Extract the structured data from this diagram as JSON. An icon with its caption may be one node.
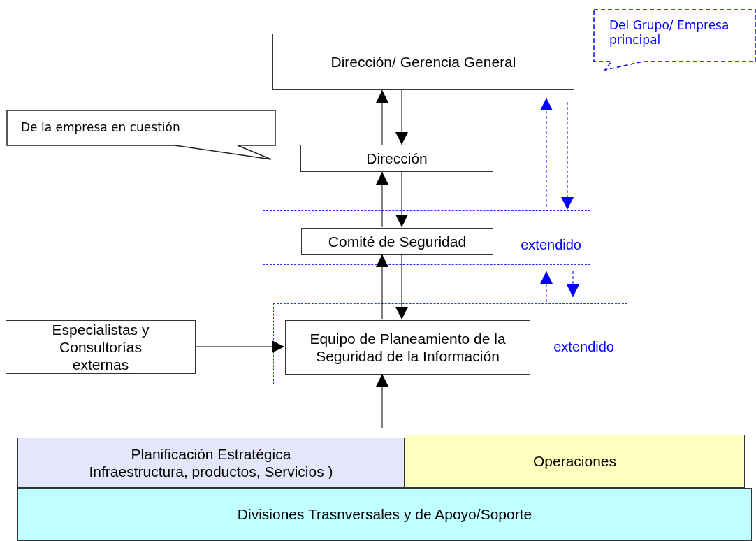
{
  "diagram": {
    "nodes": [
      {
        "text": [
          "Dirección/  Gerencia General"
        ]
      },
      {
        "text": [
          "Del Grupo/ Empresa principal"
        ]
      },
      {
        "text": [
          "De la empresa en cuestión"
        ]
      },
      {
        "text": [
          "Dirección"
        ]
      },
      {
        "text": [
          "extendido"
        ]
      },
      {
        "text": [
          "Comité de Seguridad"
        ],
        "in": 4
      },
      {
        "text": [
          "extendido"
        ]
      },
      {
        "text": [
          "Equipo de Planeamiento de la Seguridad de la Información"
        ],
        "in": 6
      },
      {
        "text": [
          "Especialistas y Consultorías externas"
        ]
      },
      {
        "text": [
          "Planificación Estratégica",
          "Infraestructura, productos, Servicios )"
        ]
      },
      {
        "text": [
          "Operaciones"
        ]
      },
      {
        "text": [
          "Divisiones Trasnversales y de Apoyo/Soporte"
        ]
      }
    ],
    "edges": [
      {
        "from": 3,
        "to": 0,
        "arrow": "to"
      },
      {
        "from": 0,
        "to": 3,
        "arrow": "to"
      },
      {
        "from": 5,
        "to": 3,
        "arrow": "to"
      },
      {
        "from": 3,
        "to": 5,
        "arrow": "to"
      },
      {
        "from": 7,
        "to": 5,
        "arrow": "to"
      },
      {
        "from": 5,
        "to": 7,
        "arrow": "to"
      },
      {
        "from": 8,
        "to": 7,
        "arrow": "to"
      },
      {
        "from": null,
        "to": 7,
        "arrow": "to"
      },
      {
        "from": 4,
        "to": 0,
        "arrow": "to",
        "style": "dashed",
        "color": "#0000ff"
      },
      {
        "from": 0,
        "to": 4,
        "arrow": "to",
        "style": "dashed",
        "color": "#0000ff"
      },
      {
        "from": 6,
        "to": 4,
        "arrow": "to",
        "style": "dashed",
        "color": "#0000ff"
      },
      {
        "from": 4,
        "to": 6,
        "arrow": "to",
        "style": "dashed",
        "color": "#0000ff"
      }
    ]
  }
}
